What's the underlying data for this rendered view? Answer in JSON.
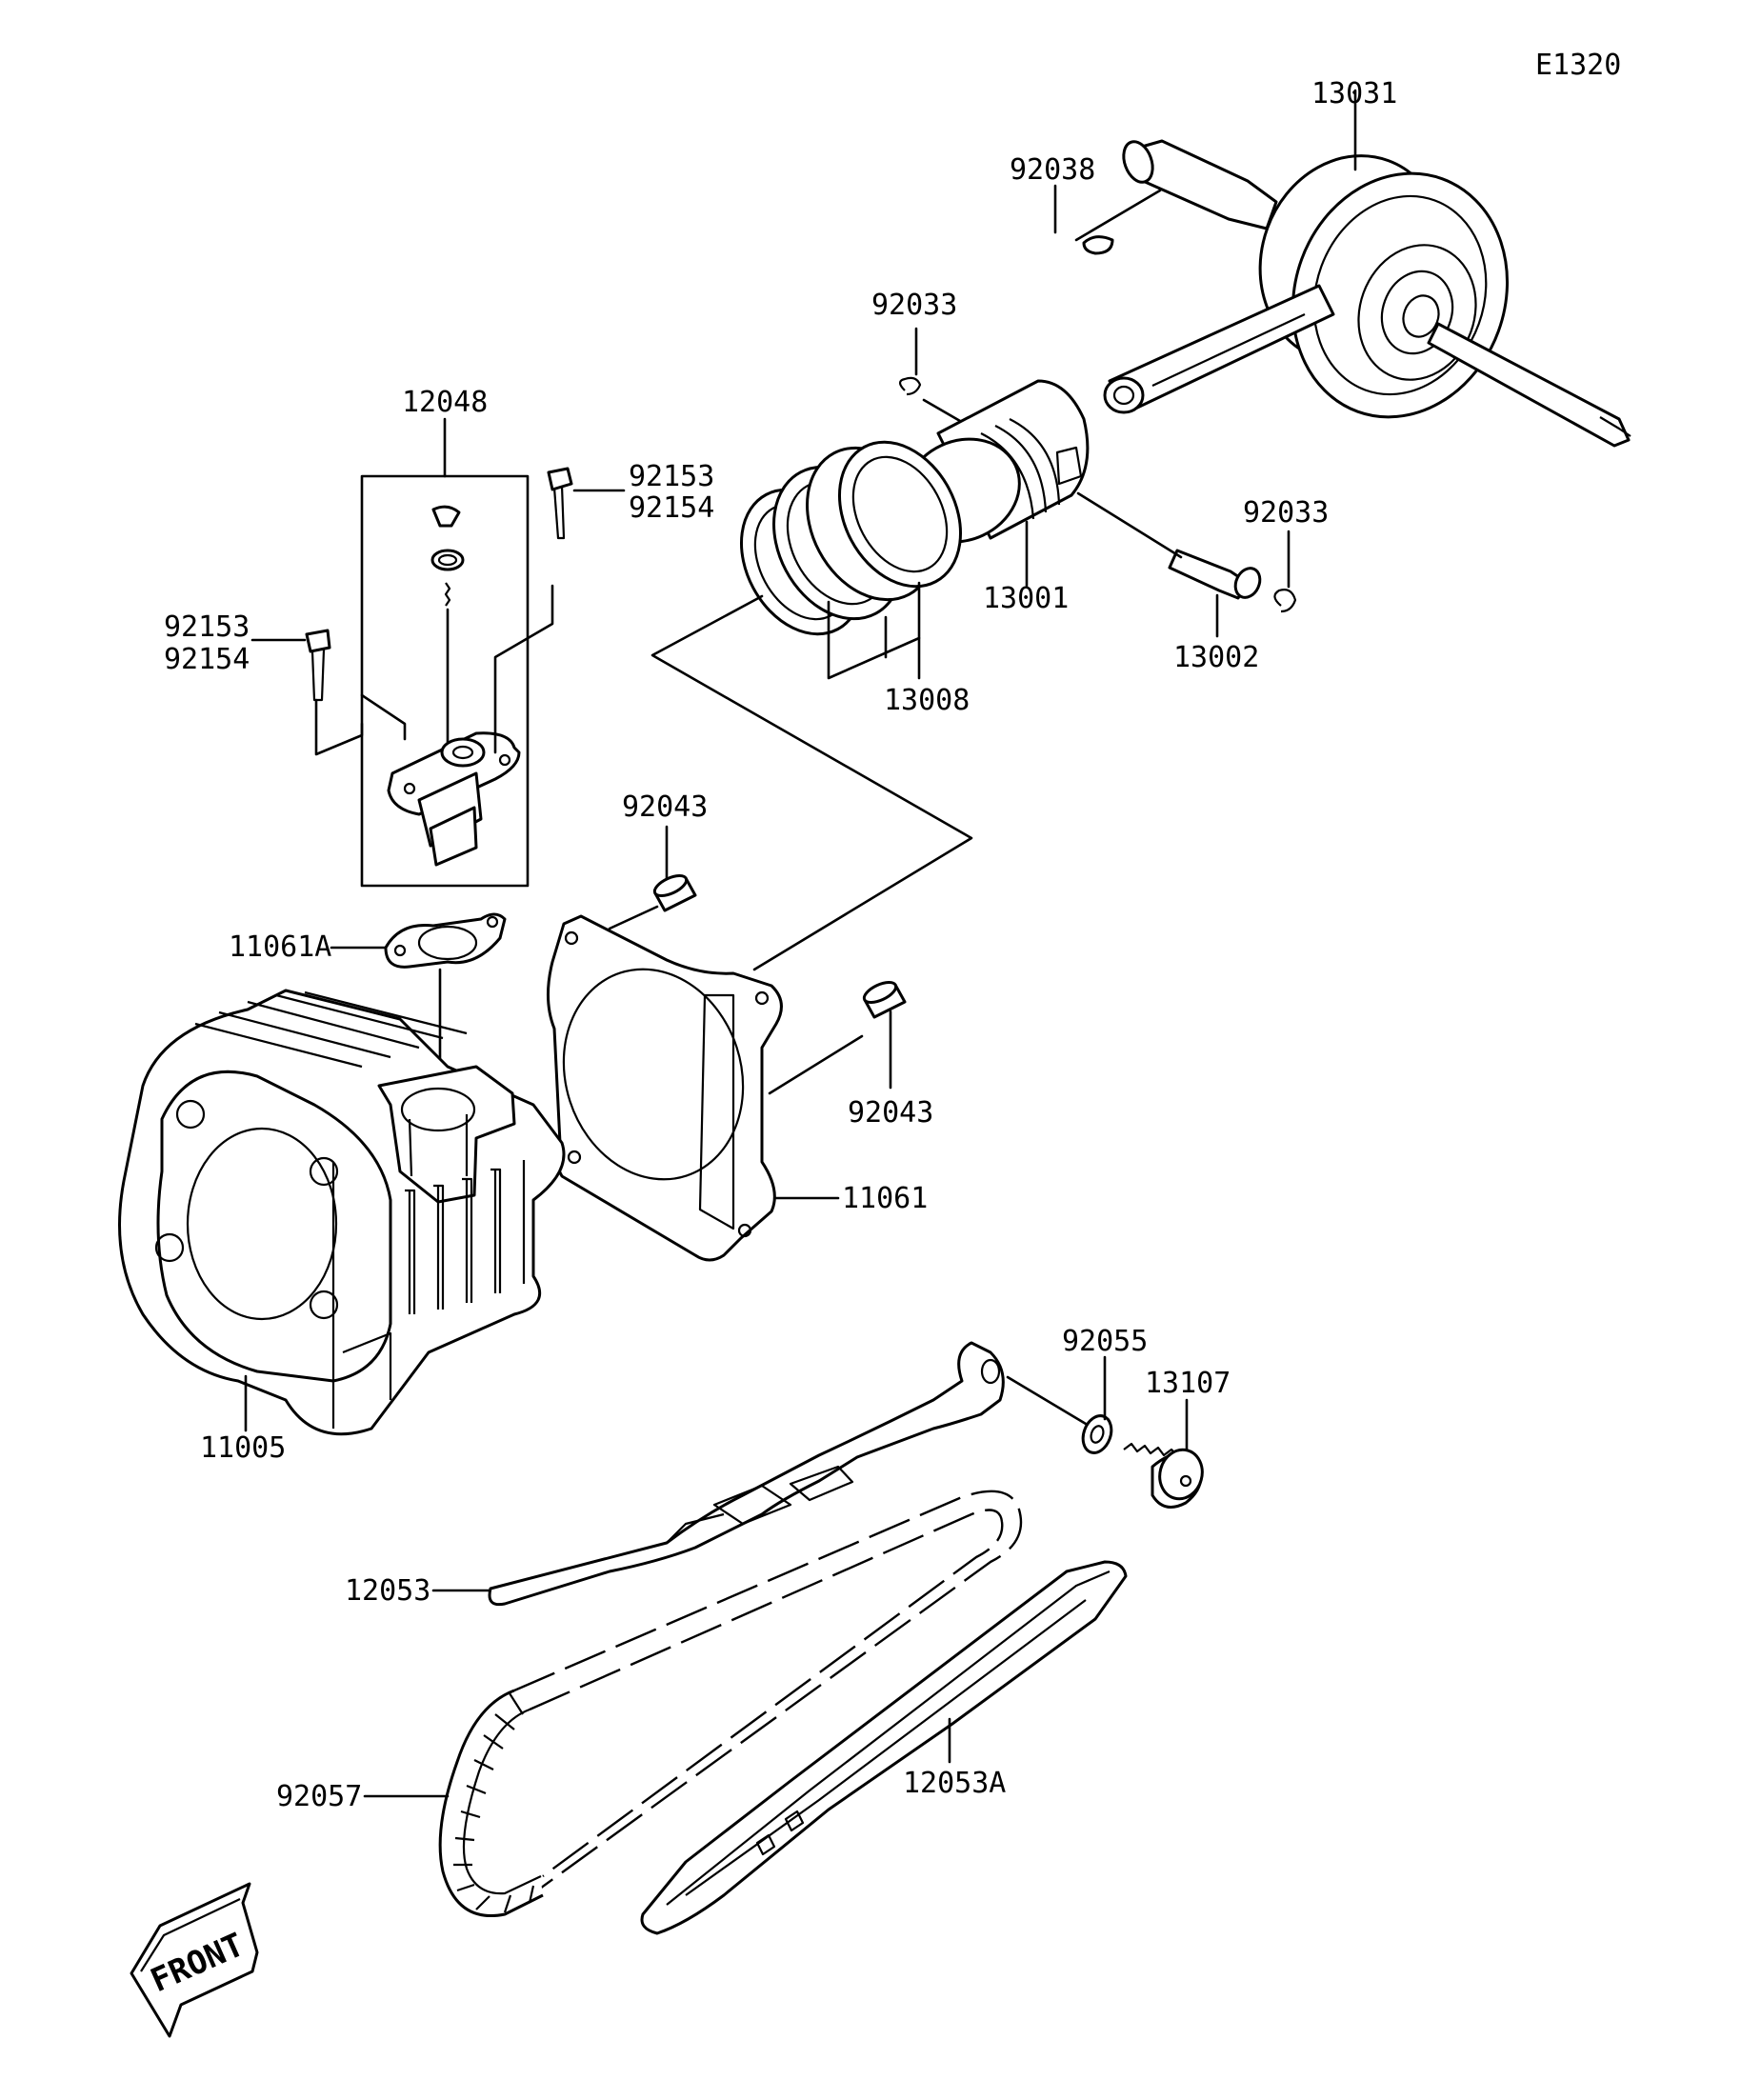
{
  "diagram_code": "E1320",
  "labels": {
    "p13031": "13031",
    "p92038": "92038",
    "p92033a": "92033",
    "p92033b": "92033",
    "p12048": "12048",
    "p92153a": "92153",
    "p92154a": "92154",
    "p92153b": "92153",
    "p92154b": "92154",
    "p13001": "13001",
    "p13002": "13002",
    "p13008": "13008",
    "p92043a": "92043",
    "p92043b": "92043",
    "p11061A": "11061A",
    "p11061": "11061",
    "p11005": "11005",
    "p92055": "92055",
    "p13107": "13107",
    "p12053": "12053",
    "p92057": "92057",
    "p12053A": "12053A"
  },
  "front_marker": "FRONT"
}
